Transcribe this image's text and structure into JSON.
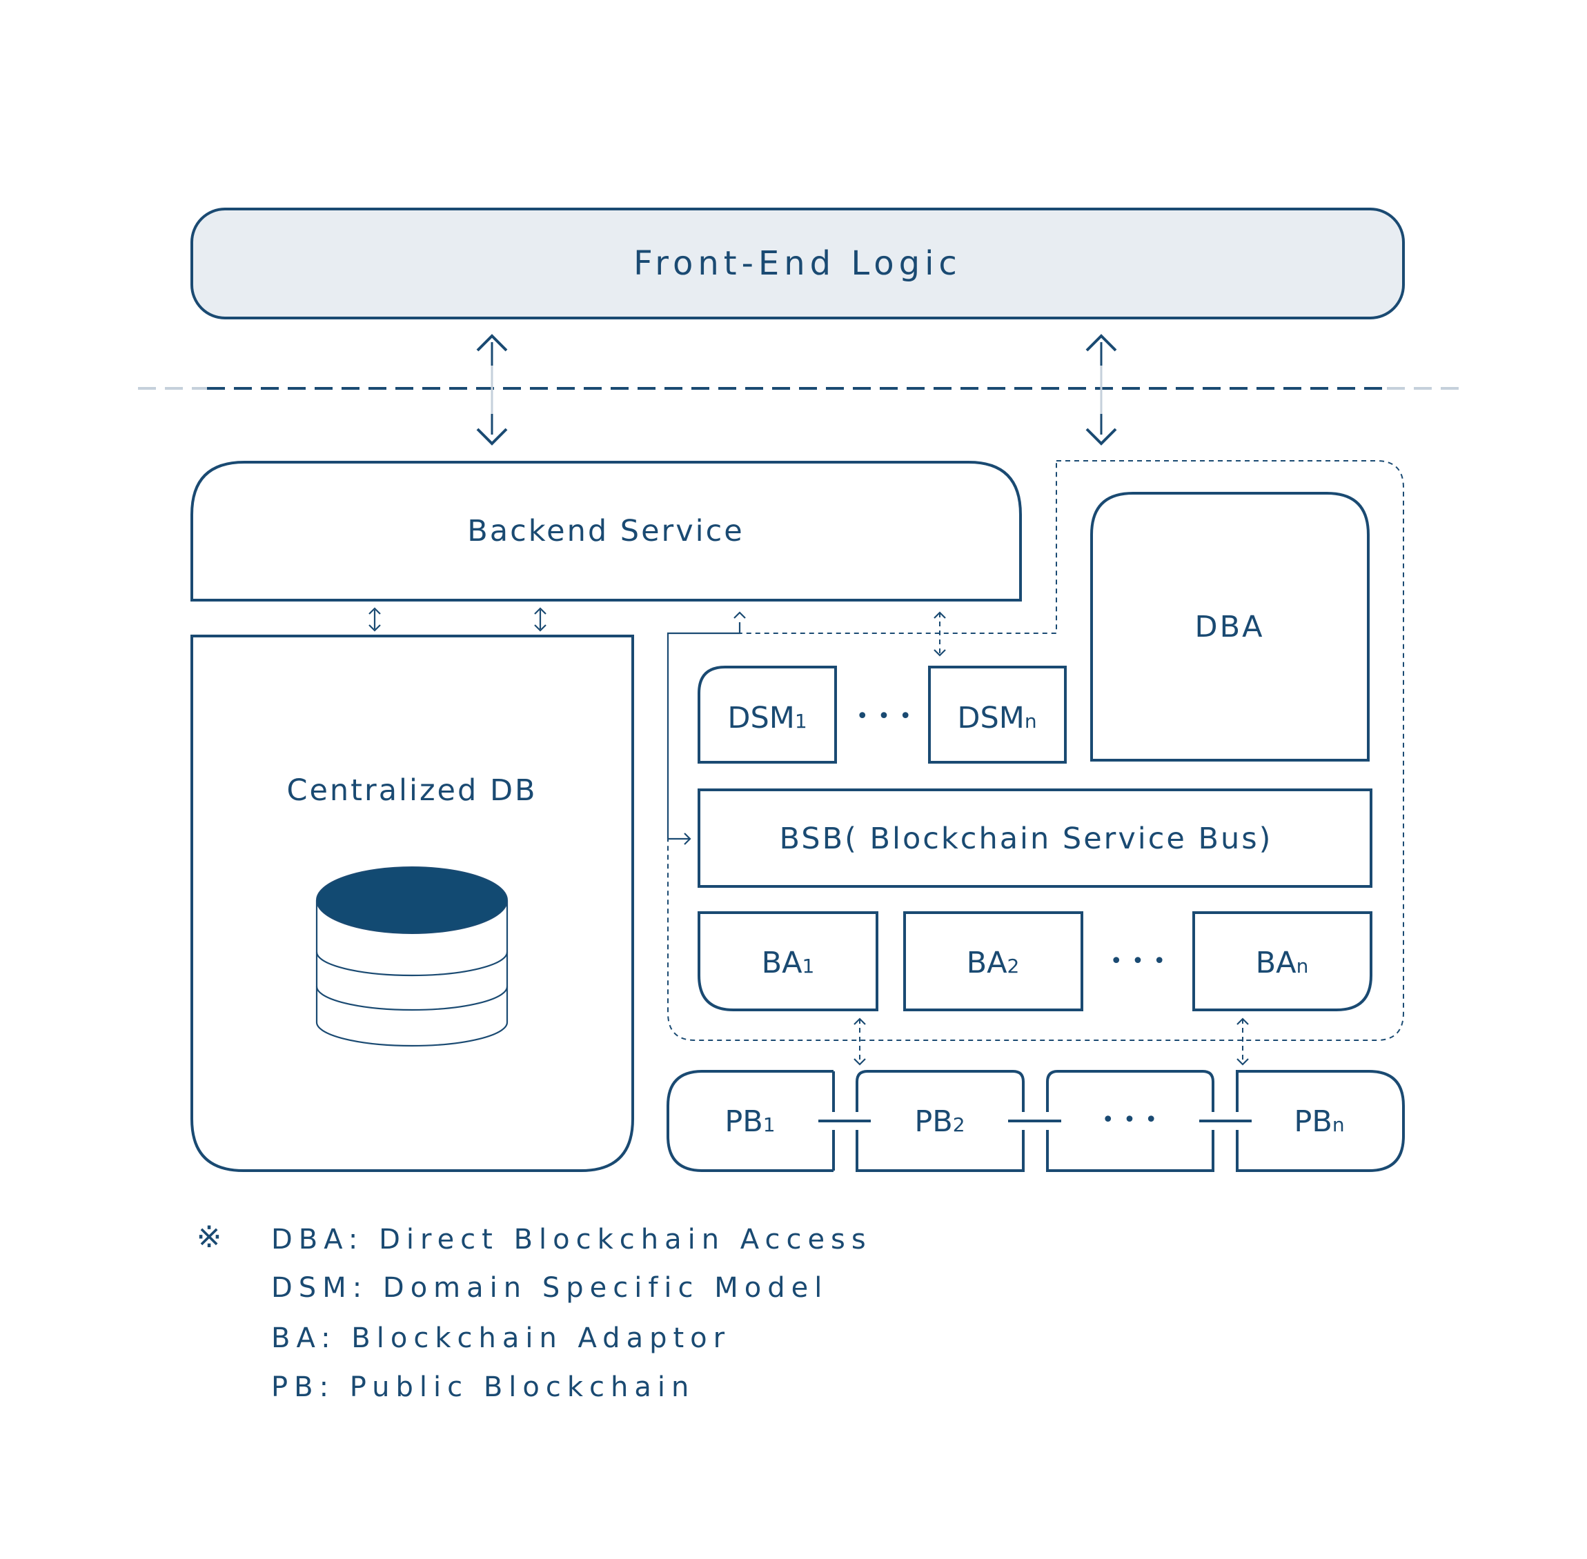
{
  "front_end": {
    "label": "Front-End Logic"
  },
  "backend": {
    "label": "Backend Service"
  },
  "centralized_db": {
    "label": "Centralized DB"
  },
  "dba": {
    "label": "DBA"
  },
  "dsm": {
    "first": {
      "base": "DSM",
      "sub": "1"
    },
    "last": {
      "base": "DSM",
      "sub": "n"
    },
    "ellipsis": "• • •"
  },
  "bsb": {
    "label": "BSB( Blockchain Service Bus)"
  },
  "ba": {
    "first": {
      "base": "BA",
      "sub": "1"
    },
    "second": {
      "base": "BA",
      "sub": "2"
    },
    "last": {
      "base": "BA",
      "sub": "n"
    },
    "ellipsis": "• • •"
  },
  "pb": {
    "first": {
      "base": "PB",
      "sub": "1"
    },
    "second": {
      "base": "PB",
      "sub": "2"
    },
    "ellipsis": "• • •",
    "last": {
      "base": "PB",
      "sub": "n"
    }
  },
  "legend": {
    "marker": "※",
    "items": [
      "DBA: Direct Blockchain Access",
      "DSM: Domain Specific Model",
      "BA: Blockchain Adaptor",
      "PB: Public Blockchain"
    ]
  },
  "colors": {
    "primary": "#1a4a72",
    "front_end_fill": "#e8edf2",
    "db_top_fill": "#124a72",
    "divider_fade": "#c5d0db"
  }
}
